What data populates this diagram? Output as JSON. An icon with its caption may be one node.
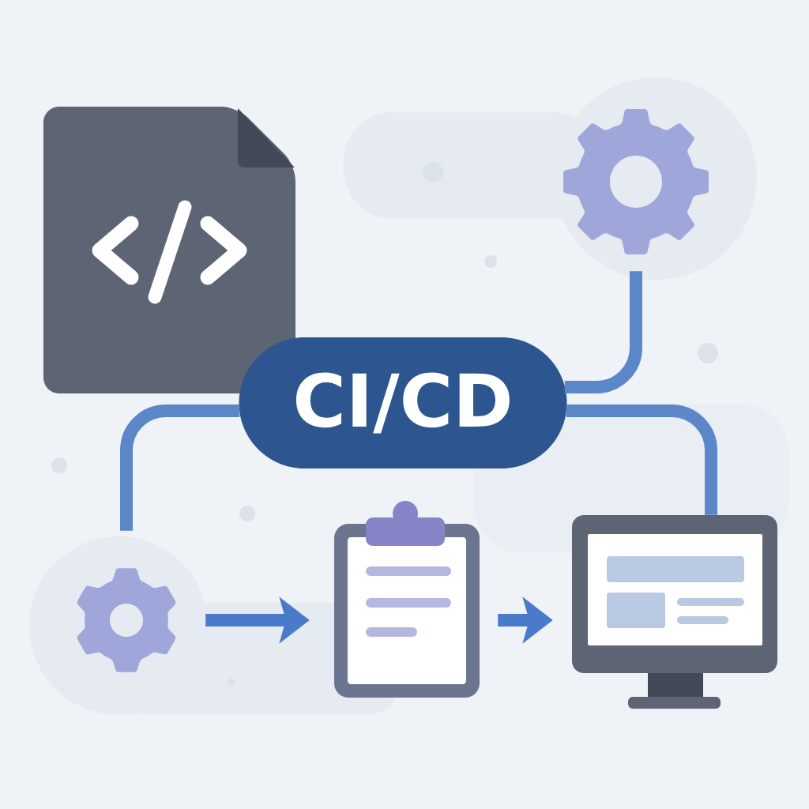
{
  "diagram": {
    "nodes": [
      {
        "text": [],
        "shape": "picture"
      },
      {
        "text": [
          "CI/CD"
        ]
      },
      {
        "text": [],
        "shape": "picture"
      },
      {
        "text": [],
        "shape": "picture"
      },
      {
        "text": [],
        "shape": "picture"
      },
      {
        "text": [],
        "shape": "picture"
      }
    ],
    "edges": [
      {
        "from": 1,
        "to": 2,
        "arrow": "none"
      },
      {
        "from": 1,
        "to": 3,
        "arrow": "none"
      },
      {
        "from": 1,
        "to": 5,
        "arrow": "none"
      },
      {
        "from": 3,
        "to": 4,
        "arrow": "to",
        "color": "#4a7bca"
      },
      {
        "from": 4,
        "to": 5,
        "arrow": "to",
        "color": "#4a7bca"
      }
    ]
  }
}
